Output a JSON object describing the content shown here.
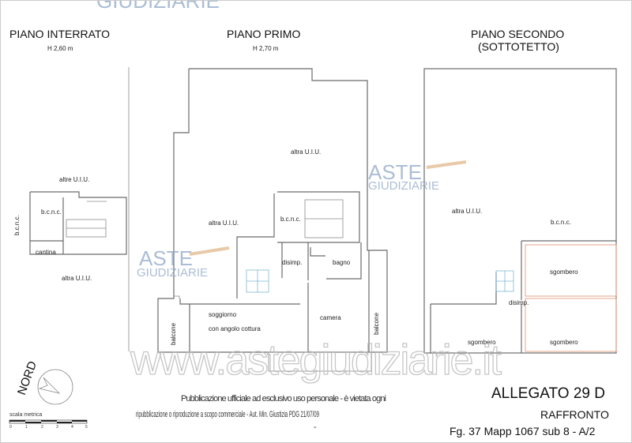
{
  "watermark_top": "GIUDIZIARIE",
  "floors": [
    {
      "title": "PIANO INTERRATO",
      "height": "H 2,60 m",
      "rooms": [
        "altre U.I.U.",
        "b.c.n.c.",
        "b.c.n.c.",
        "cantina",
        "altra U.I.U."
      ]
    },
    {
      "title": "PIANO PRIMO",
      "height": "H 2,70 m",
      "rooms": [
        "altra U.I.U.",
        "altra U.I.U.",
        "b.c.n.c.",
        "disimp.",
        "bagno",
        "soggiorno",
        "con angolo cottura",
        "camera",
        "balcone",
        "balcone"
      ]
    },
    {
      "title": "PIANO SECONDO",
      "title2": "(SOTTOTETTO)",
      "rooms": [
        "altra U.I.U.",
        "b.c.n.c.",
        "sgombero",
        "disimp.",
        "sgombero",
        "sgombero"
      ]
    }
  ],
  "watermarks": {
    "aste": "ASTE",
    "giudiziarie": "GIUDIZIARIE",
    "site": "www.astegiudiziarie.it"
  },
  "north_label": "NORD",
  "scale": {
    "label": "scala metrica",
    "ticks": [
      "0",
      "1",
      "2",
      "3",
      "4",
      "5"
    ]
  },
  "notice": {
    "line1": "Pubblicazione ufficiale ad esclusivo uso personale - è vietata ogni",
    "line2": "ripubblicazione o riproduzione a scopo commerciale - Aut. Min. Giustizia PDG 21/07/09",
    "line3": "-"
  },
  "allegato": "ALLEGATO 29 D",
  "raffronto": "RAFFRONTO",
  "reference": "Fg. 37 Mapp 1067 sub 8 - A/2"
}
